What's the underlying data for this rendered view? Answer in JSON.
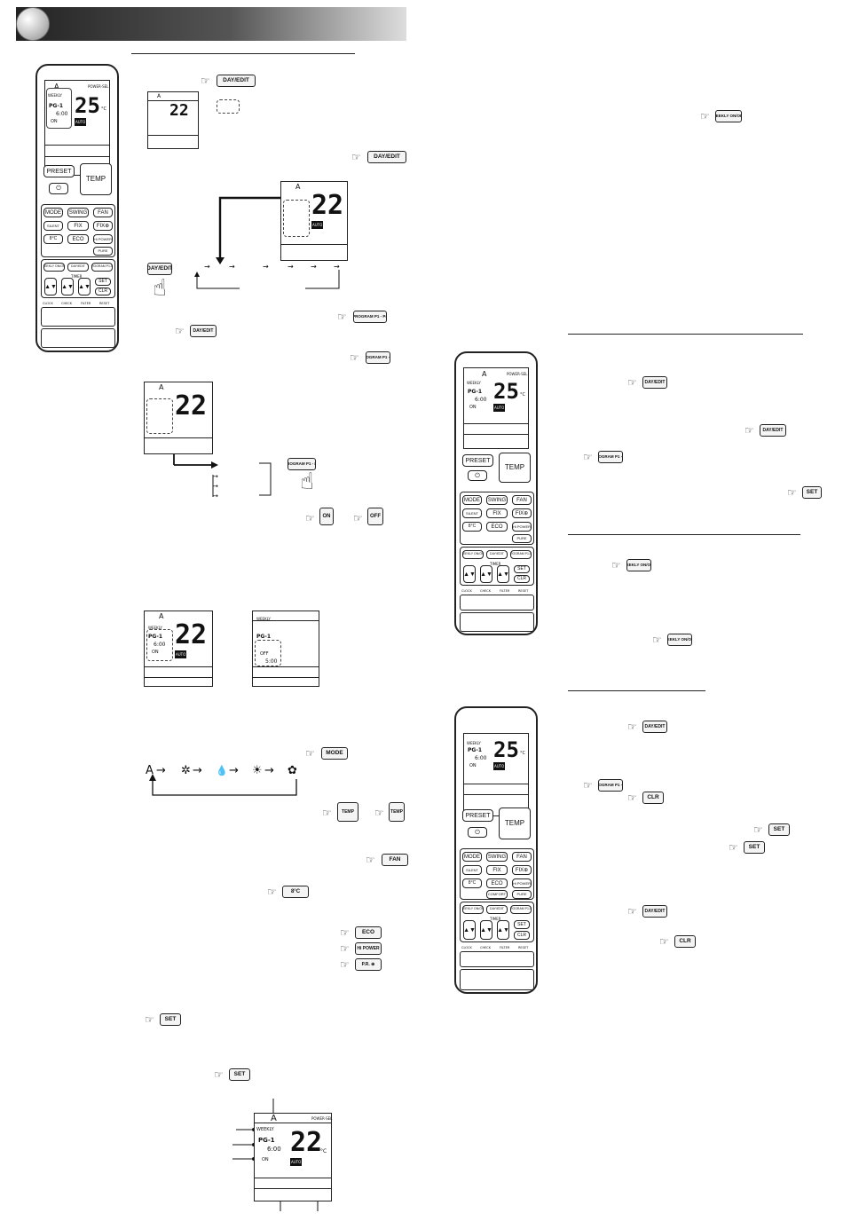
{
  "remote": {
    "lcd_mode": "A",
    "lcd_weekly": "WEEKLY",
    "lcd_program": "PG-1",
    "lcd_time": "6:00",
    "lcd_on": "ON",
    "lcd_temp": "25",
    "lcd_unit": "°C",
    "lcd_auto": "AUTO",
    "lcd_power": "POWER-SEL",
    "btn_preset": "PRESET",
    "btn_power": "⏻",
    "btn_temp": "TEMP",
    "btn_mode": "MODE",
    "btn_swing": "SWING",
    "btn_fan": "FAN",
    "btn_fix": "FIX",
    "btn_eco": "ECO",
    "btn_hipower": "Hi POWER",
    "btn_8c": "8°C",
    "btn_weekly": "WEEKLY ON/OFF",
    "btn_dayedit": "DAY/EDIT",
    "btn_program": "PROGRAM P1-P4",
    "timer_label": "TIMER",
    "btn_set": "SET",
    "btn_clr": "CLR",
    "labels_bottom": [
      "CLOCK",
      "CHECK",
      "FILTER",
      "RESET"
    ]
  },
  "buttons": {
    "dayedit": "DAY/EDIT",
    "program": "PROGRAM P1 - P4",
    "weekly": "WEEKLY ON/OFF",
    "set": "SET",
    "clr": "CLR",
    "mode": "MODE",
    "fan": "FAN",
    "eco": "ECO",
    "hipower": "Hi POWER",
    "temp": "TEMP",
    "on": "ON",
    "off": "OFF",
    "c8": "8°C"
  },
  "lcd_samples": {
    "temp22": "22",
    "temp25": "25",
    "mode": "A",
    "weekly": "WEEKLY",
    "program": "PG-1",
    "time_on": "6:00",
    "on": "ON",
    "off": "OFF",
    "time_off": "5:00",
    "auto": "AUTO",
    "unit": "°C",
    "power_sel": "POWER-SEL"
  },
  "mode_sequence": [
    "A",
    "✲",
    "💧",
    "☀",
    "✿"
  ]
}
